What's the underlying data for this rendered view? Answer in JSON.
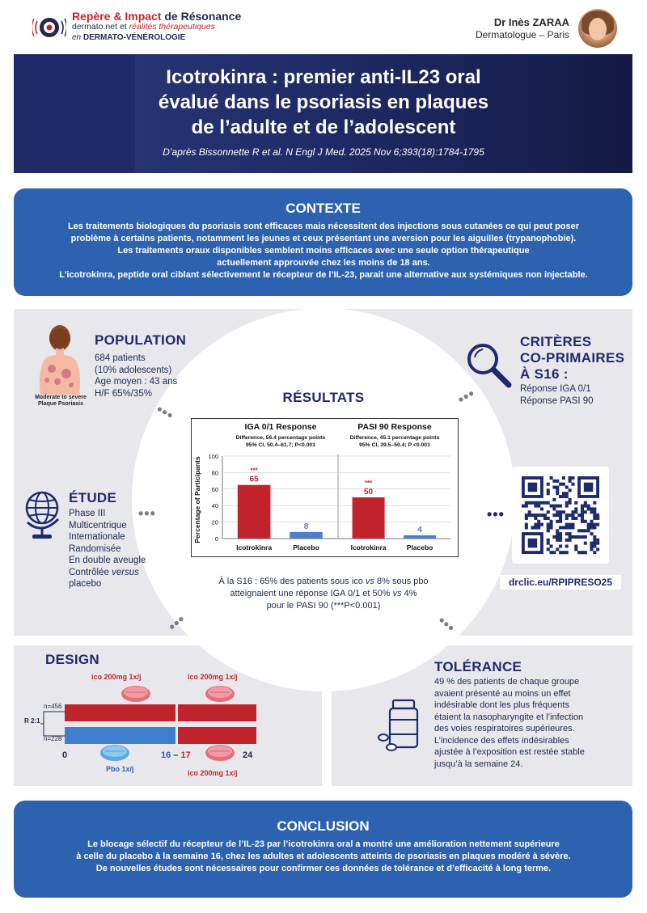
{
  "header": {
    "logo_line1_a": "Repère & Impact ",
    "logo_line1_b": "de Résonance",
    "logo_line2_a": "dermato.net et ",
    "logo_line2_b": "réalités thérapeutiques",
    "logo_line3_a": "en ",
    "logo_line3_b": "DERMATO-VÉNÉROLOGIE",
    "author_name": "Dr Inès ZARAA",
    "author_role": "Dermatologue – Paris"
  },
  "title": {
    "line1": "Icotrokinra : premier anti-IL23 oral",
    "line2": "évalué dans le psoriasis en plaques",
    "line3": "de l’adulte et de l’adolescent",
    "reference": "D’après Bissonnette R et al. N Engl J Med. 2025 Nov 6;393(18):1784-1795"
  },
  "contexte": {
    "title": "CONTEXTE",
    "line1": "Les traitements biologiques du psoriasis sont efficaces mais nécessitent des injections sous cutanées ce qui peut poser",
    "line2": "problème à certains patients, notamment les jeunes et ceux présentant une aversion pour les aiguilles (trypanophobie).",
    "line3": "Les traitements oraux disponibles semblent moins efficaces avec une seule option thérapeutique",
    "line4": "actuellement approuvée chez les moins de 18 ans.",
    "line5": "L’icotrokinra, peptide oral ciblant sélectivement le récepteur de l’IL-23, parait une alternative aux systémiques non injectable."
  },
  "population": {
    "title": "POPULATION",
    "line1": "684 patients",
    "line2": "(10% adolescents)",
    "line3": "Age moyen : 43 ans",
    "line4": "H/F 65%/35%",
    "image_caption1": "Moderate to severe",
    "image_caption2": "Plaque Psoriasis"
  },
  "criteres": {
    "title1": "CRITÈRES",
    "title2": "CO-PRIMAIRES",
    "title3": "À S16 :",
    "line1": "Réponse IGA 0/1",
    "line2": "Réponse PASI 90"
  },
  "etude": {
    "title": "ÉTUDE",
    "line1": "Phase III",
    "line2": "Multicentrique",
    "line3": "Internationale",
    "line4": "Randomisée",
    "line5": "En double aveugle",
    "line6a": "Contrôlée ",
    "line6b": "versus",
    "line7": "placebo"
  },
  "resultats": {
    "title": "RÉSULTATS",
    "caption_line1a": "À la S16 : 65% des patients sous ico ",
    "caption_line1b": "vs",
    "caption_line1c": " 8% sous pbo",
    "caption_line2a": "atteignaient une réponse IGA 0/1 et 50% ",
    "caption_line2b": "vs",
    "caption_line2c": " 4%",
    "caption_line3": "pour le PASI 90 (***P<0.001)"
  },
  "chart_data": {
    "type": "bar",
    "ylabel": "Percentage of Participants",
    "ylim": [
      0,
      100
    ],
    "yticks": [
      "0",
      "20",
      "40",
      "60",
      "80",
      "100"
    ],
    "panels": [
      {
        "title": "IGA 0/1 Response",
        "subtitle1": "Difference, 56.4 percentage points",
        "subtitle2": "95% CI, 50.4–61.7; P<0.001",
        "categories": [
          "Icotrokinra",
          "Placebo"
        ],
        "values": [
          65,
          8
        ],
        "labels": [
          "65",
          "8"
        ],
        "significance": "***"
      },
      {
        "title": "PASI 90 Response",
        "subtitle1": "Difference, 45.1 percentage points",
        "subtitle2": "95% CI, 39.5–50.4; P <0.001",
        "categories": [
          "Icotrokinra",
          "Placebo"
        ],
        "values": [
          50,
          4
        ],
        "labels": [
          "50",
          "4"
        ],
        "significance": "***"
      }
    ],
    "colors": {
      "icotrokinra": "#c0232c",
      "placebo": "#4a7fc9"
    }
  },
  "qr": {
    "link": "drclic.eu/RPIPRESO25"
  },
  "design": {
    "title": "DESIGN",
    "dose_top_left": "ico 200mg  1x/j",
    "dose_top_right": "ico 200mg  1x/j",
    "dose_bottom_left": "Pbo 1x/j",
    "dose_bottom_right": "ico 200mg  1x/j",
    "n_top": "n=456",
    "n_bottom": "n=228",
    "ratio": "R 2:1",
    "week_start": "0",
    "week_16": "16",
    "week_dash": " – ",
    "week_17": "17",
    "week_end": "24"
  },
  "tolerance": {
    "title": "TOLÉRANCE",
    "line1": "49 % des patients de chaque groupe",
    "line2": "avaient présenté au moins un effet",
    "line3": "indésirable dont les plus fréquents",
    "line4": "étaient la nasopharyngite et l’infection",
    "line5": "des voies respiratoires supérieures.",
    "line6": "L’incidence des effets indésirables",
    "line7": "ajustée à l’exposition est restée stable",
    "line8": "jusqu’à la semaine 24."
  },
  "conclusion": {
    "title": "CONCLUSION",
    "line1": "Le blocage sélectif du récepteur de l’IL-23 par l’icotrokinra oral a montré une amélioration nettement supérieure",
    "line2": "à celle du placebo à la semaine 16, chez les adultes et adolescents atteints de psoriasis en plaques modéré à sévère.",
    "line3": "De nouvelles études sont nécessaires pour confirmer ces données de tolérance et d’efficacité à long terme."
  }
}
